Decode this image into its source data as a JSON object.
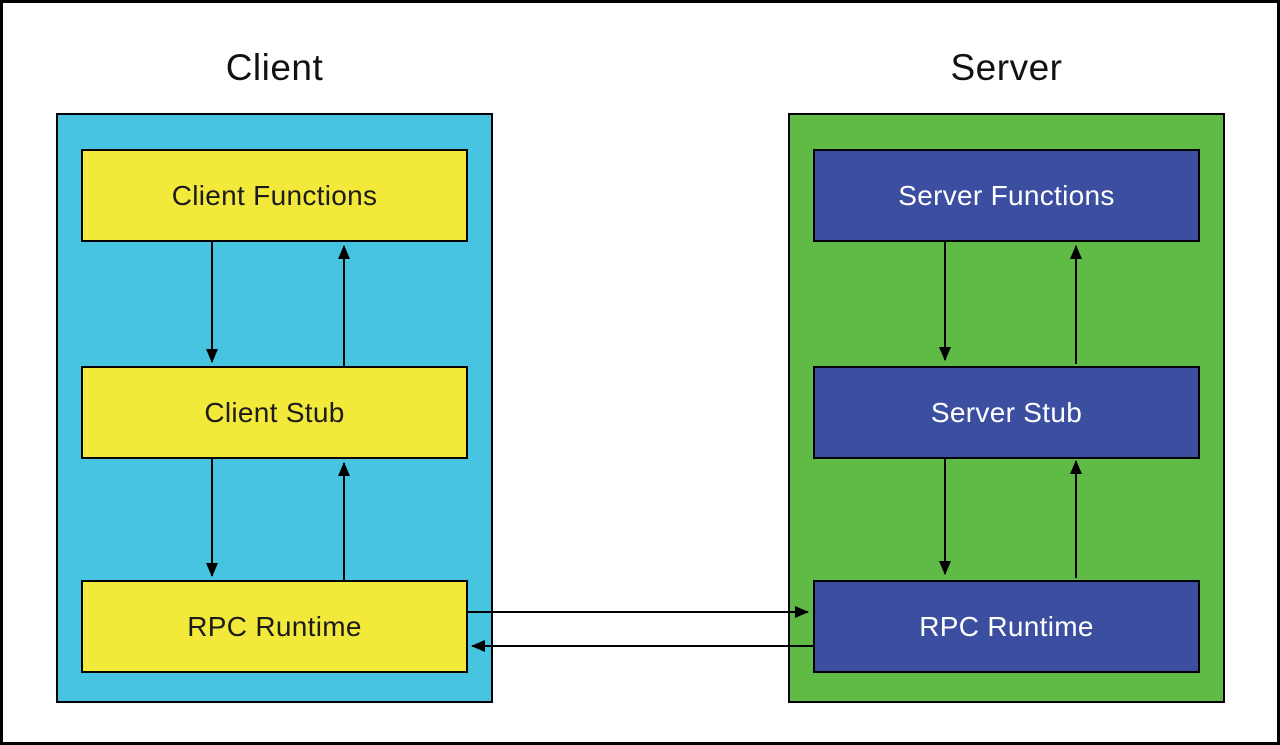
{
  "diagram": {
    "client": {
      "title": "Client",
      "panel_color": "#46c4e0",
      "box_color": "#f2e93b",
      "box_text_color": "#1c1c1c",
      "boxes": [
        {
          "label": "Client Functions"
        },
        {
          "label": "Client Stub"
        },
        {
          "label": "RPC Runtime"
        }
      ]
    },
    "server": {
      "title": "Server",
      "panel_color": "#5fba46",
      "box_color": "#3b4ea0",
      "box_text_color": "#ffffff",
      "boxes": [
        {
          "label": "Server Functions"
        },
        {
          "label": "Server Stub"
        },
        {
          "label": "RPC Runtime"
        }
      ]
    },
    "connections": [
      {
        "from": "Client Functions",
        "to": "Client Stub",
        "direction": "down"
      },
      {
        "from": "Client Stub",
        "to": "Client Functions",
        "direction": "up"
      },
      {
        "from": "Client Stub",
        "to": "RPC Runtime (client)",
        "direction": "down"
      },
      {
        "from": "RPC Runtime (client)",
        "to": "Client Stub",
        "direction": "up"
      },
      {
        "from": "Server Functions",
        "to": "Server Stub",
        "direction": "down"
      },
      {
        "from": "Server Stub",
        "to": "Server Functions",
        "direction": "up"
      },
      {
        "from": "Server Stub",
        "to": "RPC Runtime (server)",
        "direction": "down"
      },
      {
        "from": "RPC Runtime (server)",
        "to": "Server Stub",
        "direction": "up"
      },
      {
        "from": "RPC Runtime (client)",
        "to": "RPC Runtime (server)",
        "direction": "right"
      },
      {
        "from": "RPC Runtime (server)",
        "to": "RPC Runtime (client)",
        "direction": "left"
      }
    ]
  }
}
